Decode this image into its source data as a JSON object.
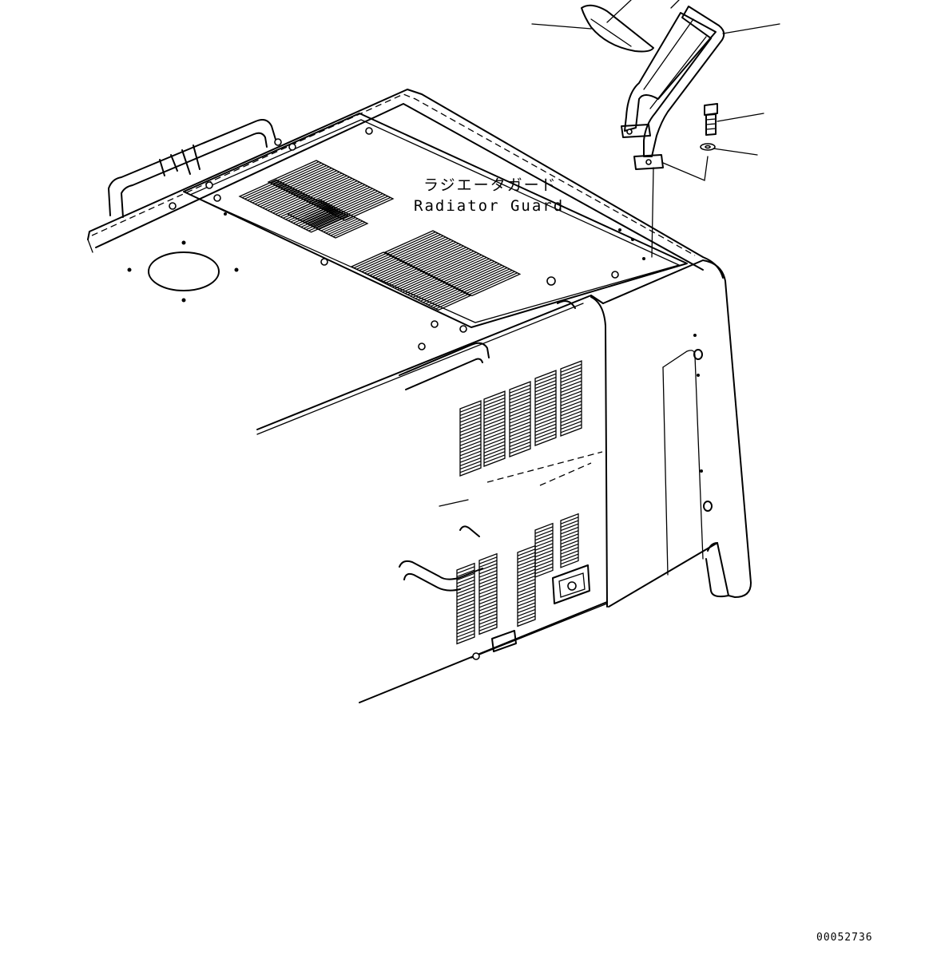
{
  "labels": {
    "part_name_jp": "ラジエータガード",
    "part_name_en": "Radiator Guard",
    "drawing_number": "00052736"
  }
}
